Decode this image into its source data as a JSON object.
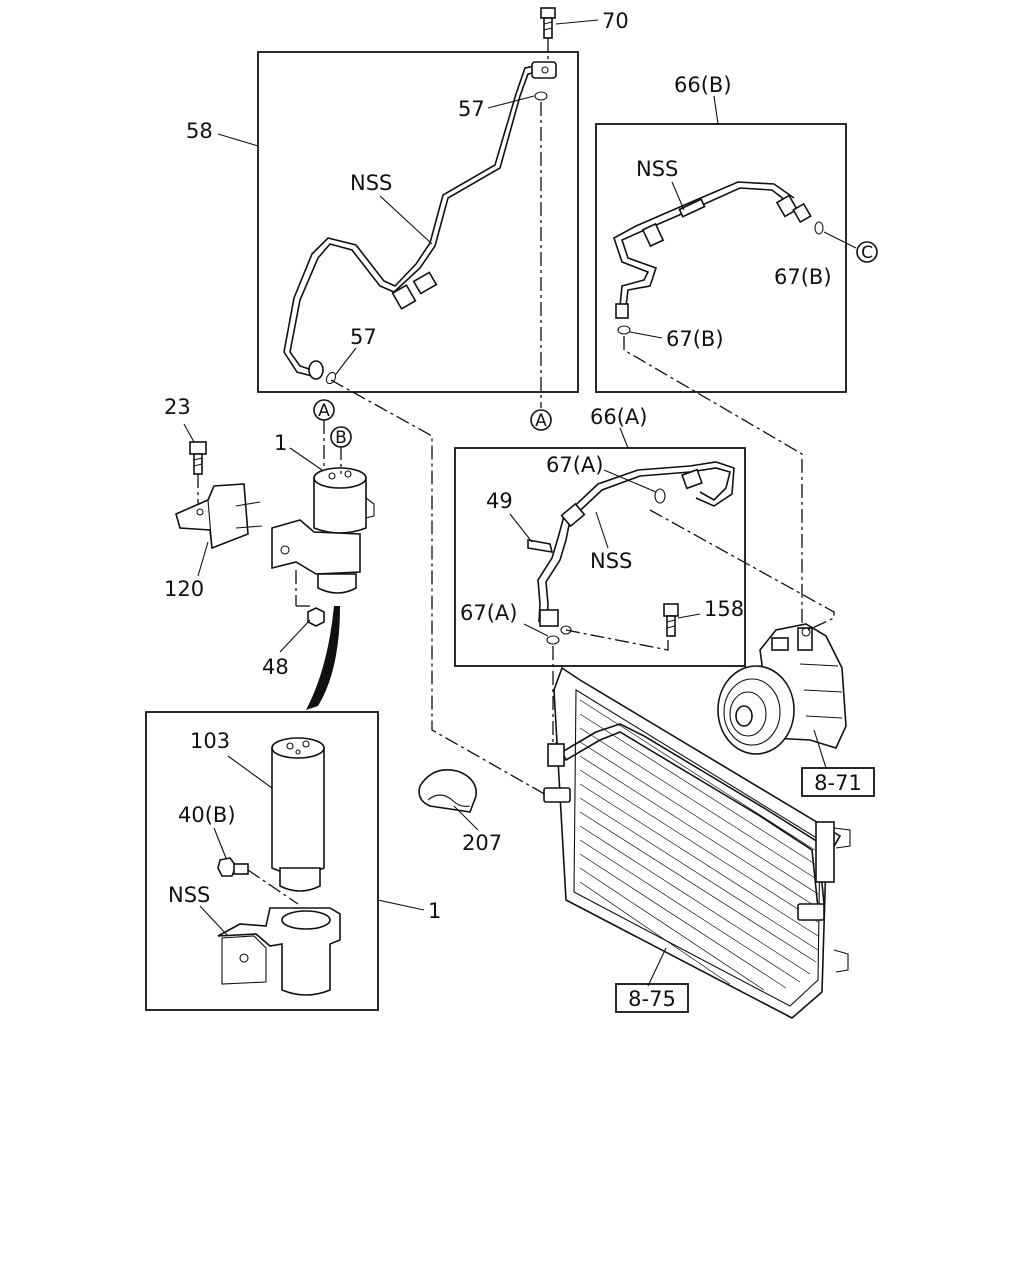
{
  "callouts": {
    "c70": "70",
    "c58": "58",
    "c57a": "57",
    "c57b": "57",
    "nss_hose58": "NSS",
    "c66b": "66(B)",
    "nss_hose66b": "NSS",
    "c67b_1": "67(B)",
    "c67b_2": "67(B)",
    "c23": "23",
    "c1_top": "1",
    "c120": "120",
    "c48": "48",
    "c66a": "66(A)",
    "c67a_1": "67(A)",
    "c49": "49",
    "nss_hose66a": "NSS",
    "c67a_2": "67(A)",
    "c158": "158",
    "c103": "103",
    "c40b": "40(B)",
    "nss_bracket": "NSS",
    "c1_box": "1",
    "c207": "207"
  },
  "refs": {
    "ref_8_71": "8-71",
    "ref_8_75": "8-75"
  },
  "markers": {
    "a_top": "A",
    "a_dryer": "A",
    "b_dryer": "B",
    "c_marker": "C"
  }
}
